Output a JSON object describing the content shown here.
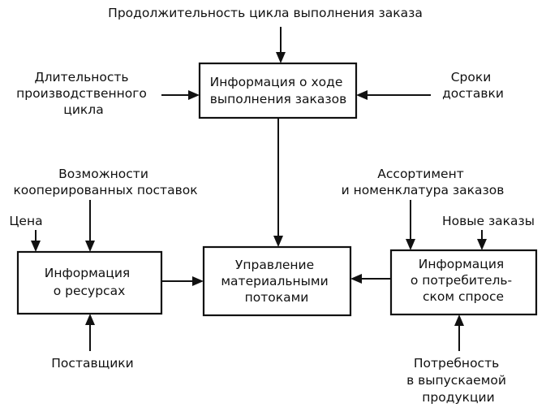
{
  "top_input": {
    "lines": [
      "Продолжительность цикла выполнения заказа"
    ]
  },
  "order_info_box": {
    "lines": [
      "Информация о ходе",
      "выполнения заказов"
    ]
  },
  "production_cycle_input": {
    "lines": [
      "Длительность",
      "производственного",
      "цикла"
    ]
  },
  "delivery_terms_input": {
    "lines": [
      "Сроки",
      "доставки"
    ]
  },
  "cooperated_supply_input": {
    "lines": [
      "Возможности",
      "кооперированных поставок"
    ]
  },
  "assortment_input": {
    "lines": [
      "Ассортимент",
      "и номенклатура заказов"
    ]
  },
  "price_input": {
    "lines": [
      "Цена"
    ]
  },
  "new_orders_input": {
    "lines": [
      "Новые заказы"
    ]
  },
  "resources_box": {
    "lines": [
      "Информация",
      "о ресурсах"
    ]
  },
  "material_flow_box": {
    "lines": [
      "Управление",
      "материальными",
      "потоками"
    ]
  },
  "demand_box": {
    "lines": [
      "Информация",
      "о потребитель-",
      "ском спросе"
    ]
  },
  "suppliers_input": {
    "lines": [
      "Поставщики"
    ]
  },
  "product_need_input": {
    "lines": [
      "Потребность",
      "в выпускаемой",
      "продукции"
    ]
  },
  "colors": {
    "ink": "#111111",
    "background": "#ffffff"
  }
}
